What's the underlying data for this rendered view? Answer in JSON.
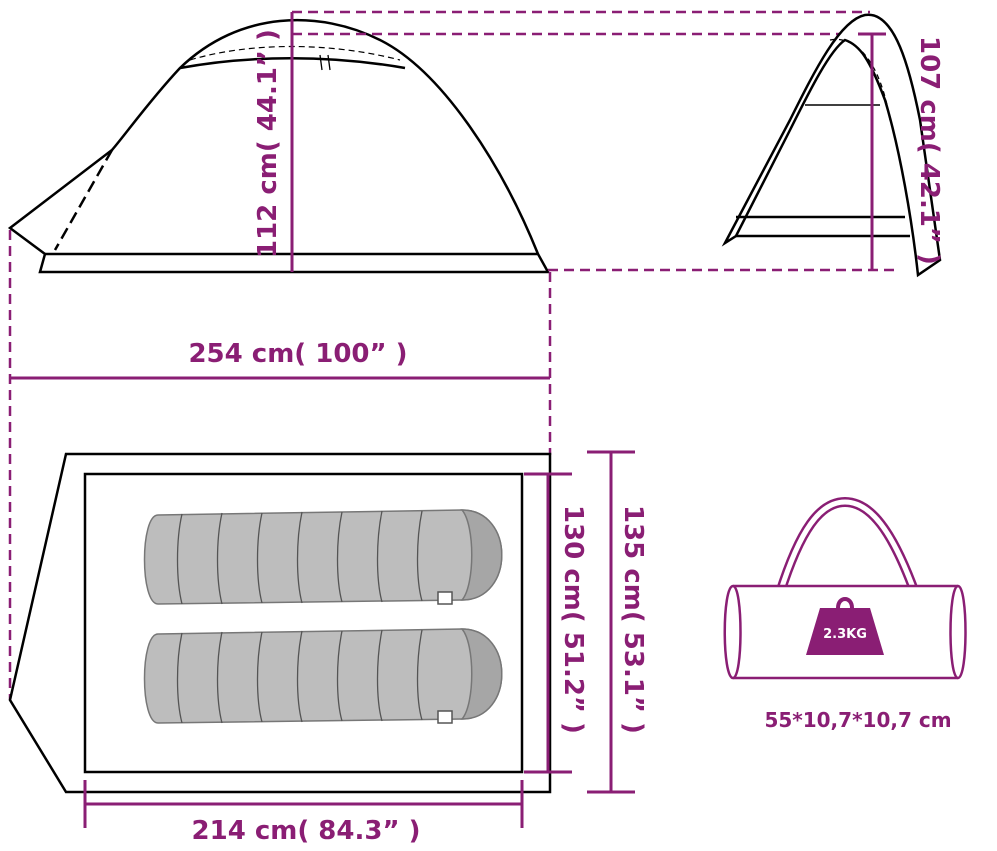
{
  "dimensions": {
    "front_height": "112 cm( 44.1” )",
    "side_height": "107 cm( 42.1” )",
    "total_length": "254 cm( 100” )",
    "outer_width": "135 cm( 53.1” )",
    "inner_width": "130 cm( 51.2” )",
    "inner_length": "214 cm( 84.3” )"
  },
  "bag": {
    "weight_label": "2.3KG",
    "size_label": "55*10,7*10,7 cm"
  },
  "colors": {
    "accent": "#8a1e74",
    "outline": "#000000",
    "sleeping_bag": "#b3b3b3"
  }
}
